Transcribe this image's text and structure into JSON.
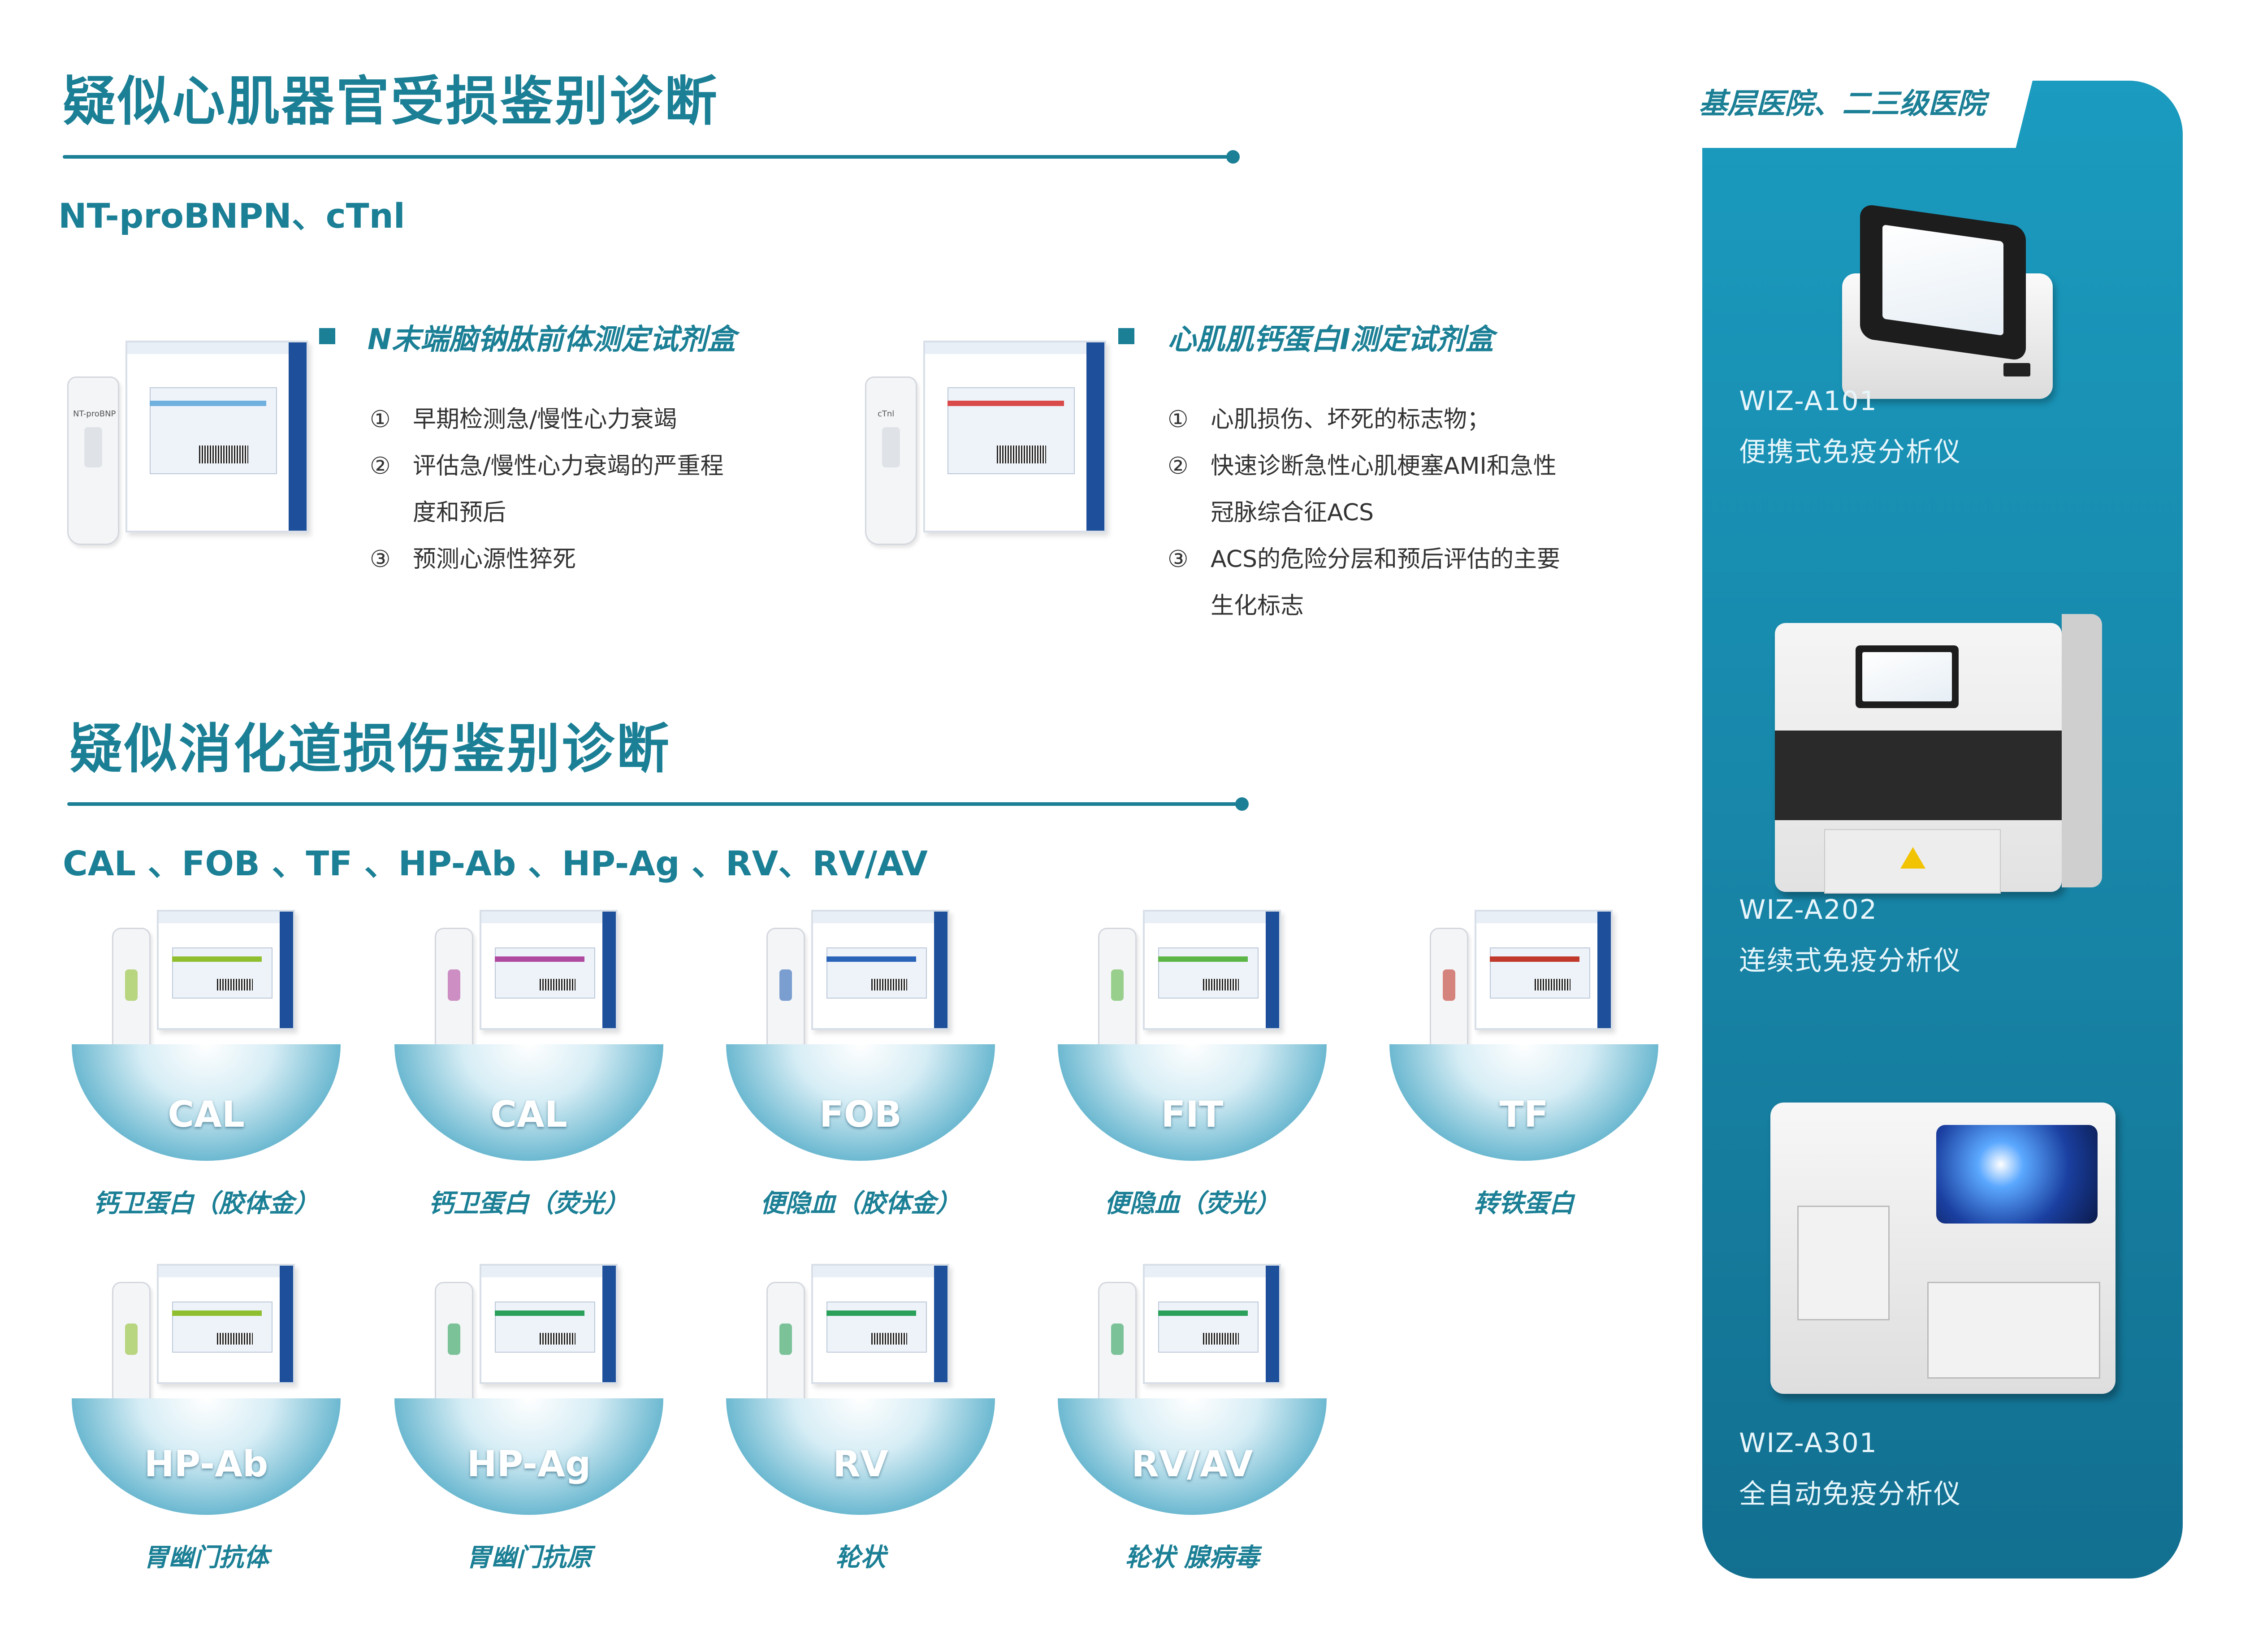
{
  "section1": {
    "title": "疑似心肌器官受损鉴别诊断",
    "markers": "NT-proBNPN、cTnl",
    "kits": [
      {
        "title": "N末端脑钠肽前体测定试剂盒",
        "features": [
          {
            "num": "①",
            "lines": [
              "早期检测急/慢性心力衰竭"
            ]
          },
          {
            "num": "②",
            "lines": [
              "评估急/慢性心力衰竭的严重程",
              "度和预后"
            ]
          },
          {
            "num": "③",
            "lines": [
              "预测心源性猝死"
            ]
          }
        ],
        "cassette_label": "NT-proBNP"
      },
      {
        "title": "心肌肌钙蛋白I测定试剂盒",
        "features": [
          {
            "num": "①",
            "lines": [
              "心肌损伤、坏死的标志物；"
            ]
          },
          {
            "num": "②",
            "lines": [
              "快速诊断急性心肌梗塞AMI和急性",
              "冠脉综合征ACS"
            ]
          },
          {
            "num": "③",
            "lines": [
              "ACS的危险分层和预后评估的主要",
              "生化标志"
            ]
          }
        ],
        "cassette_label": "cTnl"
      }
    ]
  },
  "section2": {
    "title": "疑似消化道损伤鉴别诊断",
    "markers": "CAL 、FOB 、TF 、HP-Ab 、HP-Ag 、RV、RV/AV",
    "row1": [
      {
        "label": "CAL",
        "caption": "钙卫蛋白（胶体金）",
        "accent": "#8fbf2f"
      },
      {
        "label": "CAL",
        "caption": "钙卫蛋白（荧光）",
        "accent": "#b04aa0"
      },
      {
        "label": "FOB",
        "caption": "便隐血（胶体金）",
        "accent": "#2a64b8"
      },
      {
        "label": "FIT",
        "caption": "便隐血（荧光）",
        "accent": "#5bb645"
      },
      {
        "label": "TF",
        "caption": "转铁蛋白",
        "accent": "#c0392b"
      }
    ],
    "row2": [
      {
        "label": "HP-Ab",
        "caption": "胃幽门抗体",
        "accent": "#8fbf2f"
      },
      {
        "label": "HP-Ag",
        "caption": "胃幽门抗原",
        "accent": "#2aa05a"
      },
      {
        "label": "RV",
        "caption": "轮状",
        "accent": "#2aa05a"
      },
      {
        "label": "RV/AV",
        "caption": "轮状 腺病毒",
        "accent": "#2aa05a"
      }
    ]
  },
  "panel": {
    "tab": "基层医院、二三级医院",
    "devices": [
      {
        "model": "WIZ-A101",
        "desc": "便携式免疫分析仪"
      },
      {
        "model": "WIZ-A202",
        "desc": "连续式免疫分析仪"
      },
      {
        "model": "WIZ-A301",
        "desc": "全自动免疫分析仪"
      }
    ]
  },
  "colors": {
    "brand": "#1b7f95",
    "panel": "#1782a4"
  }
}
